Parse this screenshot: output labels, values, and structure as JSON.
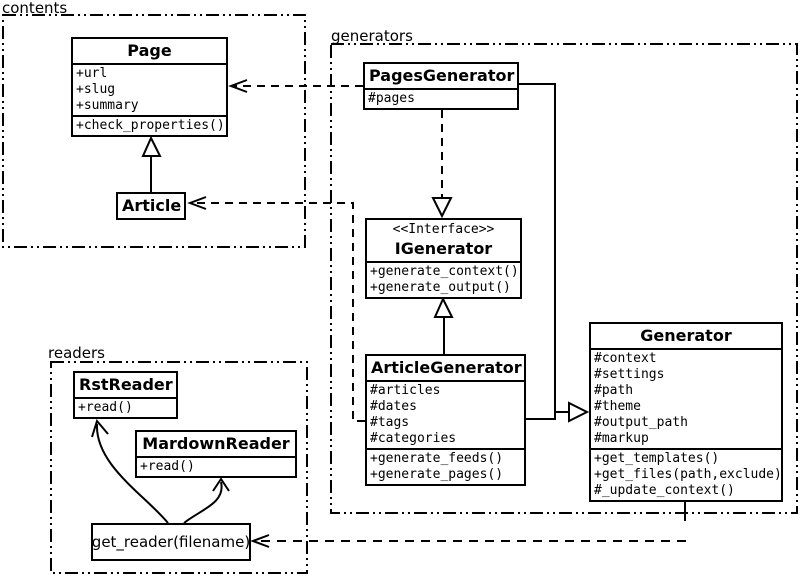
{
  "colors": {
    "ink": "#000000",
    "background": "#ffffff"
  },
  "packages": {
    "contents": {
      "label": "contents"
    },
    "generators": {
      "label": "generators"
    },
    "readers": {
      "label": "readers"
    }
  },
  "classes": {
    "page": {
      "name": "Page",
      "attributes": [
        "+url",
        "+slug",
        "+summary"
      ],
      "methods": [
        "+check_properties()"
      ]
    },
    "article": {
      "name": "Article"
    },
    "pages_generator": {
      "name": "PagesGenerator",
      "attributes": [
        "#pages"
      ]
    },
    "igenerator": {
      "stereotype": "<<Interface>>",
      "name": "IGenerator",
      "methods": [
        "+generate_context()",
        "+generate_output()"
      ]
    },
    "article_generator": {
      "name": "ArticleGenerator",
      "attributes": [
        "#articles",
        "#dates",
        "#tags",
        "#categories"
      ],
      "methods": [
        "+generate_feeds()",
        "+generate_pages()"
      ]
    },
    "generator": {
      "name": "Generator",
      "attributes": [
        "#context",
        "#settings",
        "#path",
        "#theme",
        "#output_path",
        "#markup"
      ],
      "methods": [
        "+get_templates()",
        "+get_files(path,exclude)",
        "#_update_context()"
      ]
    },
    "rst_reader": {
      "name": "RstReader",
      "methods": [
        "+read()"
      ]
    },
    "mardown_reader": {
      "name": "MardownReader",
      "methods": [
        "+read()"
      ]
    },
    "get_reader": {
      "label": "get_reader(filename)"
    }
  }
}
